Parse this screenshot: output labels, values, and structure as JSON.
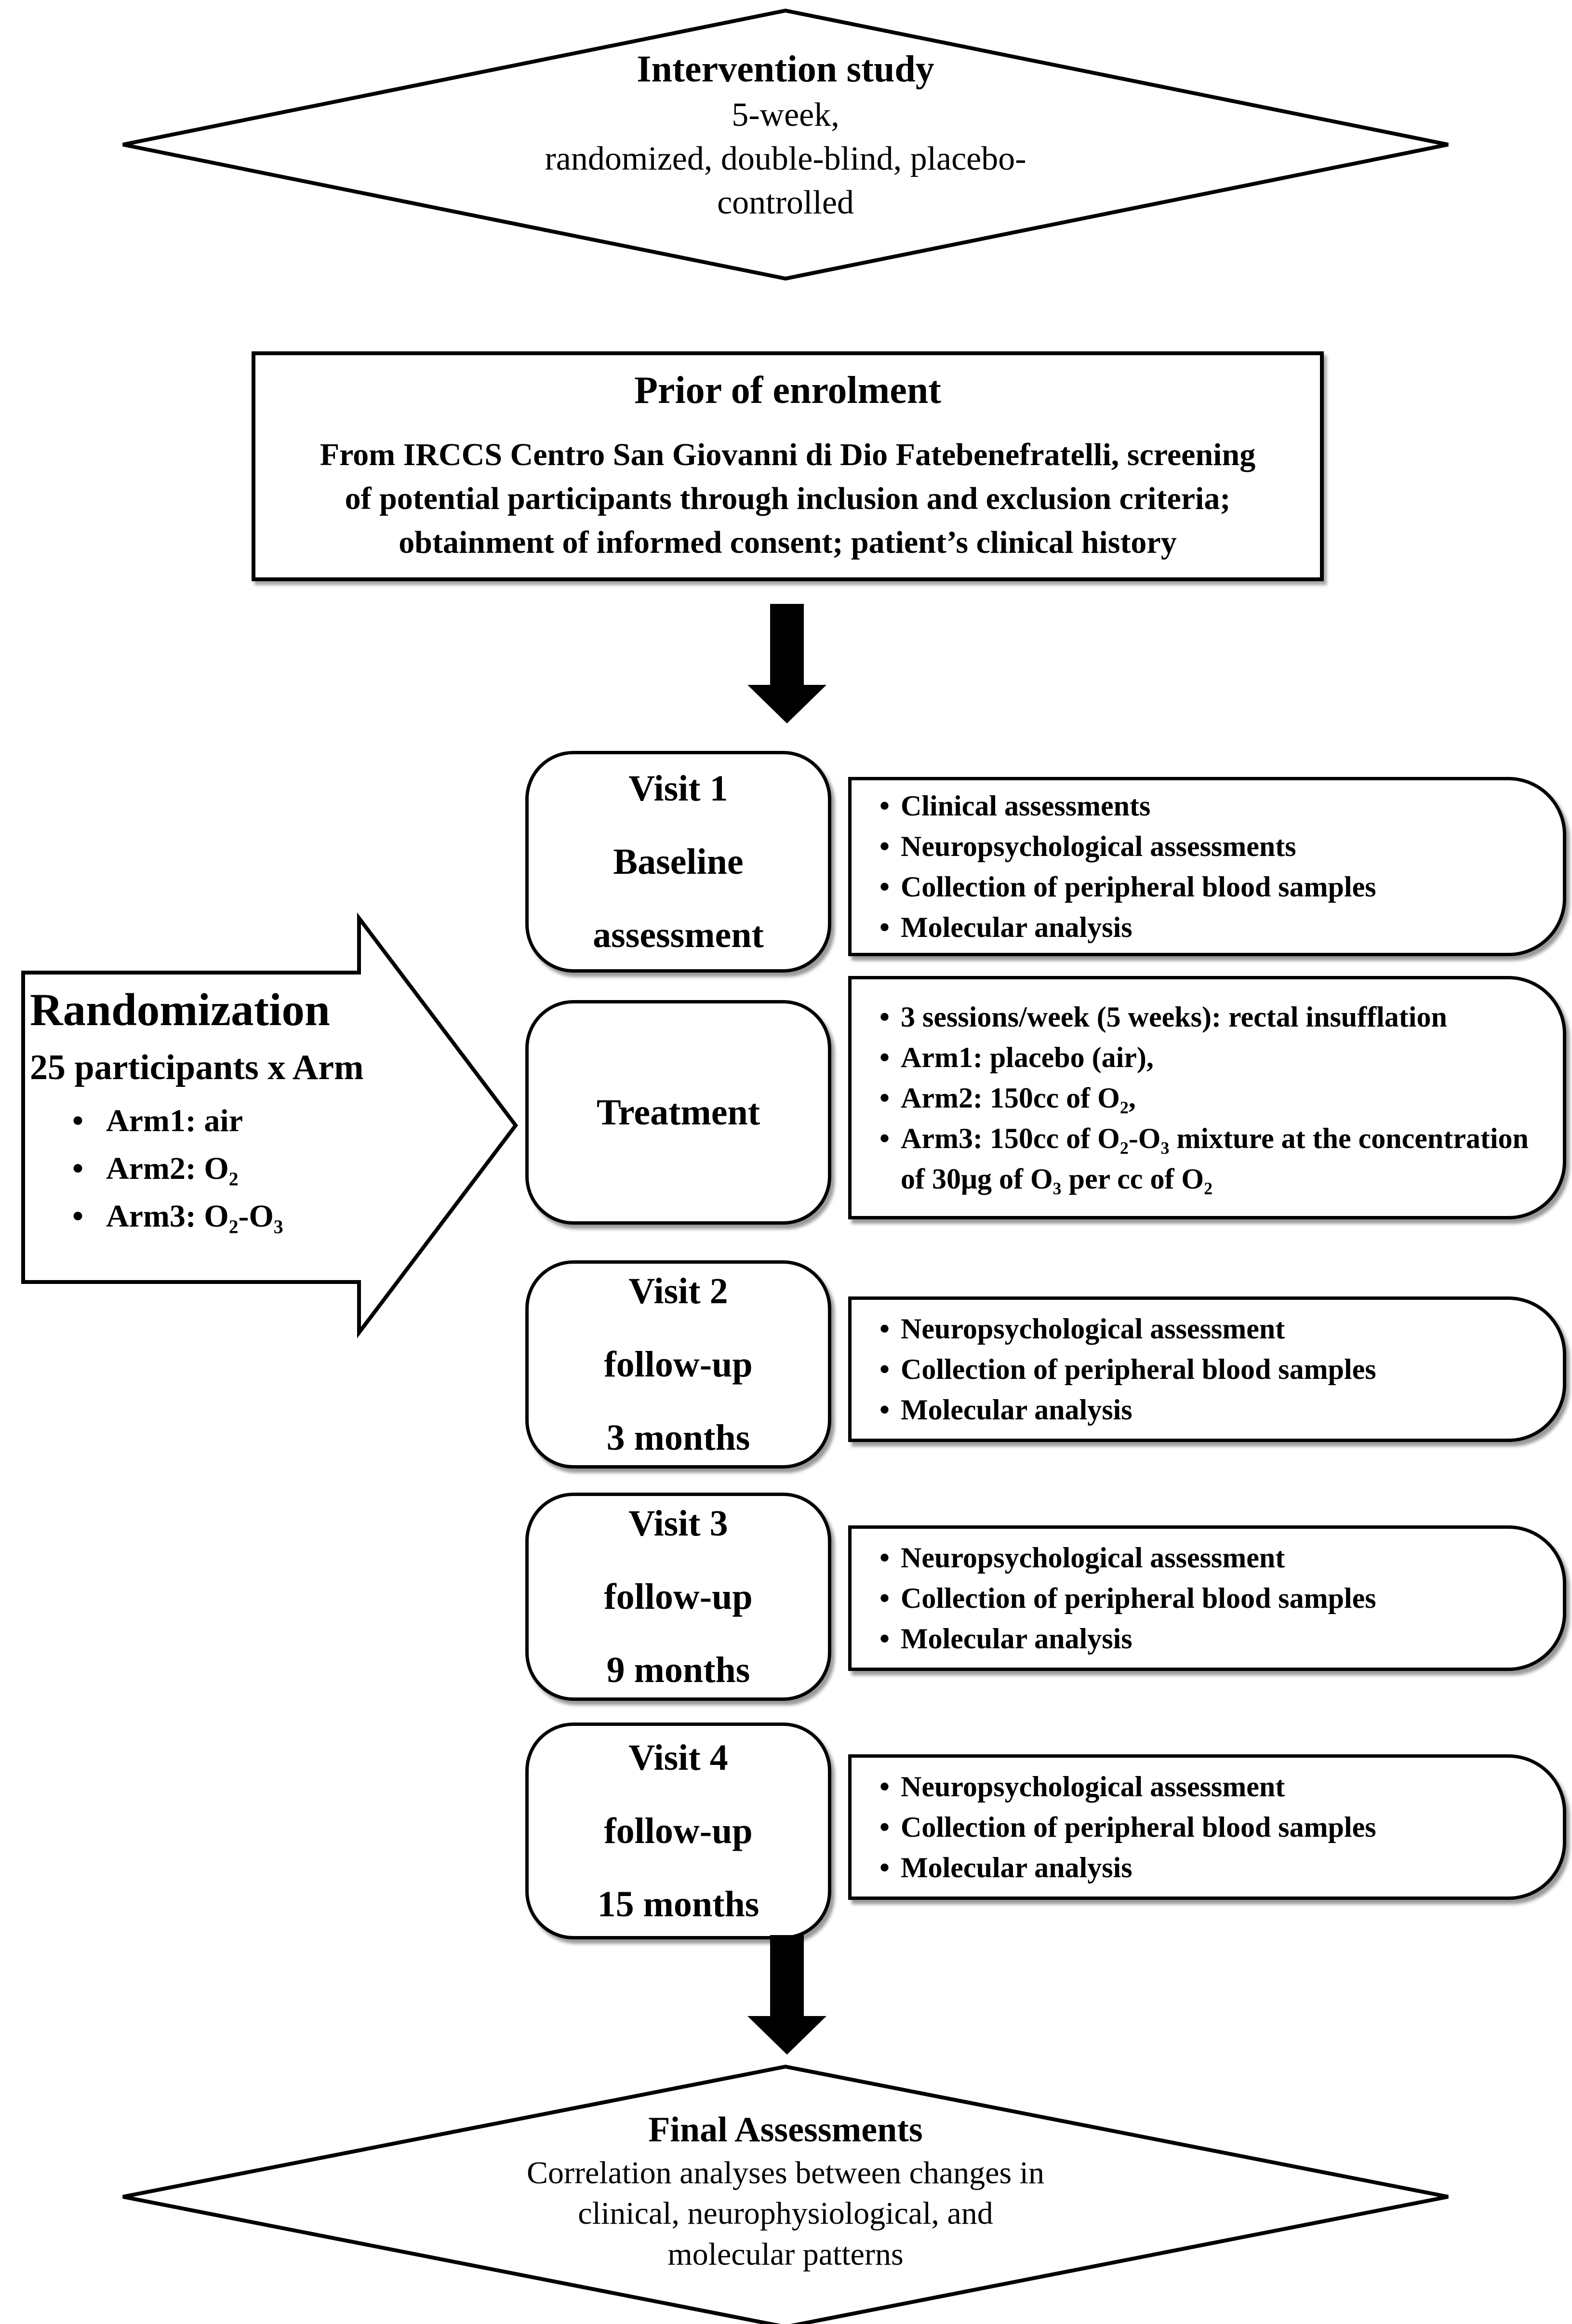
{
  "colors": {
    "ink": "#000000",
    "paper": "#ffffff"
  },
  "top_diamond": {
    "title": "Intervention study",
    "line1": "5-week,",
    "line2": "randomized, double-blind, placebo-",
    "line3": "controlled"
  },
  "prior_box": {
    "title": "Prior of enrolment",
    "body_line1": "From IRCCS Centro San Giovanni di Dio Fatebenefratelli, screening",
    "body_line2": "of potential participants through inclusion and exclusion criteria;",
    "body_line3": "obtainment of informed consent; patient’s clinical history"
  },
  "randomization": {
    "title": "Randomization",
    "subtitle": "25 participants x Arm",
    "arm1": "Arm1: air",
    "arm2": "Arm2: O₂",
    "arm3": "Arm3: O₂-O₃",
    "bullet_glyph": "•"
  },
  "visit1": {
    "line1": "Visit 1",
    "line2": "Baseline",
    "line3": "assessment",
    "b1": "Clinical assessments",
    "b2": "Neuropsychological assessments",
    "b3": "Collection of peripheral blood samples",
    "b4": "Molecular analysis"
  },
  "treatment": {
    "title": "Treatment",
    "b1": "3 sessions/week (5 weeks): rectal insufflation",
    "b2": "Arm1: placebo (air),",
    "b3": "Arm2: 150cc of O₂,",
    "b4": "Arm3: 150cc of O₂-O₃ mixture at the concentration of 30μg of O₃ per cc of O₂"
  },
  "visit2": {
    "line1": "Visit 2",
    "line2": "follow-up",
    "line3": "3 months",
    "b1": "Neuropsychological assessment",
    "b2": "Collection of peripheral blood samples",
    "b3": "Molecular analysis"
  },
  "visit3": {
    "line1": "Visit 3",
    "line2": "follow-up",
    "line3": "9 months",
    "b1": "Neuropsychological assessment",
    "b2": "Collection of peripheral blood samples",
    "b3": "Molecular analysis"
  },
  "visit4": {
    "line1": "Visit 4",
    "line2": "follow-up",
    "line3": "15 months",
    "b1": "Neuropsychological assessment",
    "b2": "Collection of peripheral blood samples",
    "b3": "Molecular analysis"
  },
  "final_diamond": {
    "title": "Final Assessments",
    "line1": "Correlation analyses between changes in",
    "line2": "clinical, neurophysiological, and",
    "line3": "molecular patterns"
  }
}
